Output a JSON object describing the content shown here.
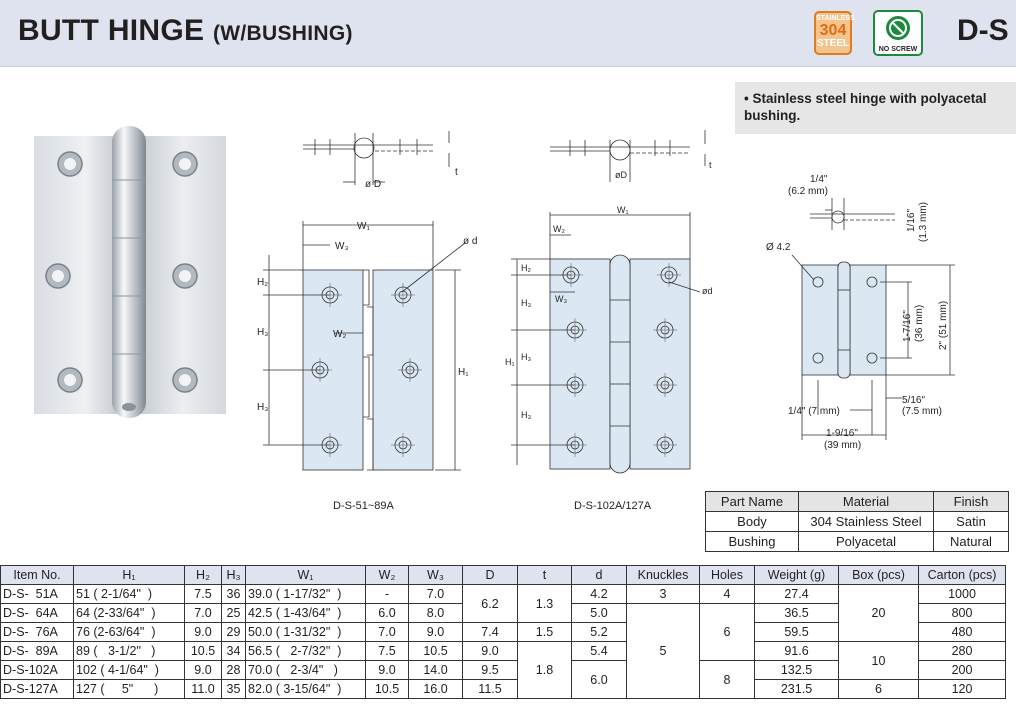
{
  "header": {
    "title": "BUTT HINGE",
    "subtitle": "(W/BUSHING)",
    "code": "D-S",
    "badge_steel": {
      "line1": "STAINLESS",
      "line2": "304",
      "line3": "STEEL"
    },
    "badge_noscrew": "NO SCREW"
  },
  "note": "• Stainless steel hinge with polyacetal bushing.",
  "drawings": {
    "small_caption": "D-S-51~89A",
    "large_caption": "D-S-102A/127A",
    "dims_small": {
      "w1": "W₁",
      "w3": "W₃",
      "w2": "W₂",
      "d": "ø d",
      "h1": "H₁",
      "h2": "H₂",
      "h3a": "H₃",
      "h3b": "H₃",
      "phiD": "ø D",
      "t": "t"
    },
    "dims_large": {
      "w1": "W₁",
      "w2": "W₂",
      "w3": "W₃",
      "d": "ød",
      "h1": "H₁",
      "h2": "H₂",
      "h3a": "H₃",
      "h3b": "H₃",
      "h3c": "H₃",
      "phiD": "øD",
      "t": "t"
    },
    "dims_detail": {
      "quarter": "1/4\"",
      "quarter_mm": "(6.2 mm)",
      "sixteenth": "1/16\"",
      "sixteenth_mm": "(1.3 mm)",
      "hole": "Ø 4.2",
      "h_a": "1-7/16\"",
      "h_a_mm": "(36 mm)",
      "h_b": "2\" (51 mm)",
      "five16": "5/16\"",
      "five16_mm": "(7.5 mm)",
      "seven": "1/4\" (7 mm)",
      "nine16": "1-9/16\"",
      "nine16_mm": "(39 mm)"
    }
  },
  "material_table": {
    "headers": [
      "Part Name",
      "Material",
      "Finish"
    ],
    "rows": [
      [
        "Body",
        "304 Stainless Steel",
        "Satin"
      ],
      [
        "Bushing",
        "Polyacetal",
        "Natural"
      ]
    ]
  },
  "spec_table": {
    "headers": [
      "Item No.",
      "H₁",
      "H₂",
      "H₃",
      "W₁",
      "W₂",
      "W₃",
      "D",
      "t",
      "d",
      "Knuckles",
      "Holes",
      "Weight (g)",
      "Box (pcs)",
      "Carton (pcs)"
    ],
    "rows": [
      {
        "item": "D-S-  51A",
        "h1": "51 ( 2-1/64\"  )",
        "h2": "7.5",
        "h3": "36",
        "w1": "39.0 ( 1-17/32\"  )",
        "w2": "-",
        "w3": "7.0",
        "d": "4.2",
        "weight": "27.4",
        "carton": "1000"
      },
      {
        "item": "D-S-  64A",
        "h1": "64 (2-33/64\"  )",
        "h2": "7.0",
        "h3": "25",
        "w1": "42.5 ( 1-43/64\"  )",
        "w2": "6.0",
        "w3": "8.0",
        "d": "5.0",
        "weight": "36.5",
        "carton": "800"
      },
      {
        "item": "D-S-  76A",
        "h1": "76 (2-63/64\"  )",
        "h2": "9.0",
        "h3": "29",
        "w1": "50.0 ( 1-31/32\"  )",
        "w2": "7.0",
        "w3": "9.0",
        "d": "5.2",
        "weight": "59.5",
        "carton": "480"
      },
      {
        "item": "D-S-  89A",
        "h1": "89 (   3-1/2\"   )",
        "h2": "10.5",
        "h3": "34",
        "w1": "56.5 (   2-7/32\"  )",
        "w2": "7.5",
        "w3": "10.5",
        "d": "5.4",
        "weight": "91.6",
        "carton": "280"
      },
      {
        "item": "D-S-102A",
        "h1": "102 ( 4-1/64\"  )",
        "h2": "9.0",
        "h3": "28",
        "w1": "70.0 (   2-3/4\"   )",
        "w2": "9.0",
        "w3": "14.0",
        "d": "",
        "weight": "132.5",
        "carton": "200"
      },
      {
        "item": "D-S-127A",
        "h1": "127 (     5\"      )",
        "h2": "11.0",
        "h3": "35",
        "w1": "82.0 ( 3-15/64\"  )",
        "w2": "10.5",
        "w3": "16.0",
        "d": "",
        "weight": "231.5",
        "carton": "120"
      }
    ],
    "merged": {
      "D_51_64": "6.2",
      "D_76": "7.4",
      "D_89": "9.0",
      "D_102": "9.5",
      "D_127": "11.5",
      "t_51_64": "1.3",
      "t_76": "1.5",
      "t_89_127": "1.8",
      "d_102_127": "6.0",
      "knuckles_51": "3",
      "knuckles_64_127": "5",
      "holes_51": "4",
      "holes_64_89": "6",
      "holes_102_127": "8",
      "box_51_76": "20",
      "box_89_102": "10",
      "box_127": "6"
    }
  },
  "colors": {
    "title_bar": "#dfe3ef",
    "hinge_fill": "#dbe7f3",
    "steel_orange": "#e06d12",
    "noscrew_green": "#1b8a3c",
    "note_bg": "#e6e6e6"
  }
}
